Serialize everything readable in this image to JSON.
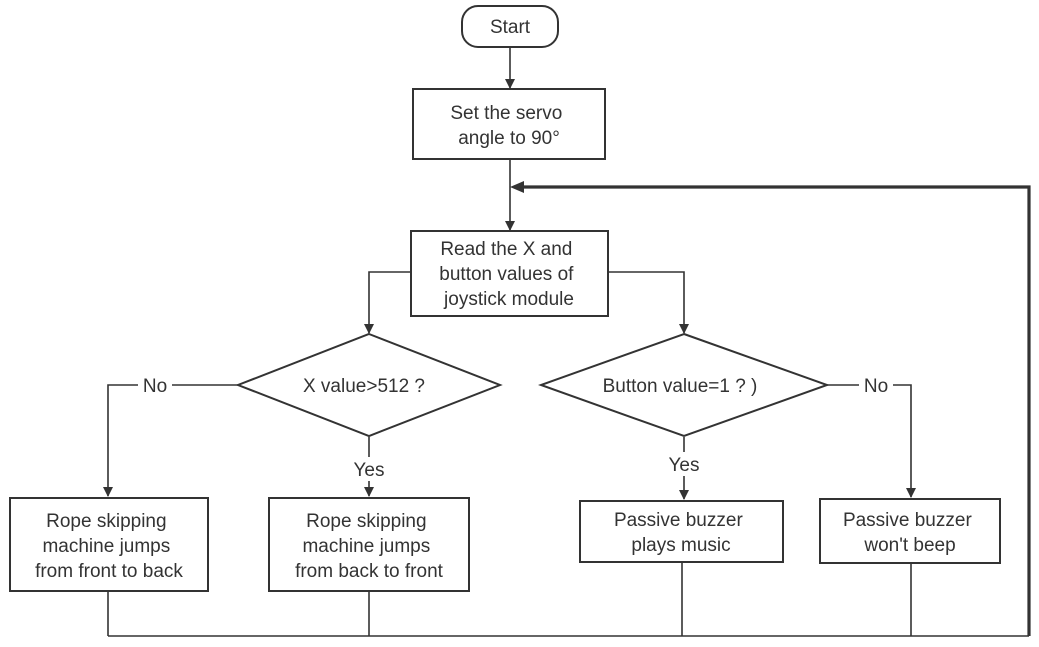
{
  "nodes": {
    "start": {
      "lines": [
        "Start"
      ]
    },
    "set_servo": {
      "lines": [
        "Set the servo",
        "angle to 90°"
      ]
    },
    "read_joystick": {
      "lines": [
        "Read the X and",
        "button values of",
        "joystick module"
      ]
    },
    "x_decision": {
      "lines": [
        "X value>512 ?"
      ]
    },
    "button_decision": {
      "lines": [
        "Button value=1 ?  )"
      ]
    },
    "jump_front_to_back": {
      "lines": [
        "Rope skipping",
        "machine jumps",
        "from front to back"
      ]
    },
    "jump_back_to_front": {
      "lines": [
        "Rope skipping",
        "machine jumps",
        "from back to front"
      ]
    },
    "buzzer_music": {
      "lines": [
        "Passive buzzer",
        "plays music"
      ]
    },
    "buzzer_silent": {
      "lines": [
        "Passive buzzer",
        "won't beep"
      ]
    }
  },
  "edge_labels": {
    "x_no": "No",
    "x_yes": "Yes",
    "button_yes": "Yes",
    "button_no": "No"
  },
  "colors": {
    "stroke": "#333333",
    "text": "#333333",
    "fill": "#ffffff"
  }
}
